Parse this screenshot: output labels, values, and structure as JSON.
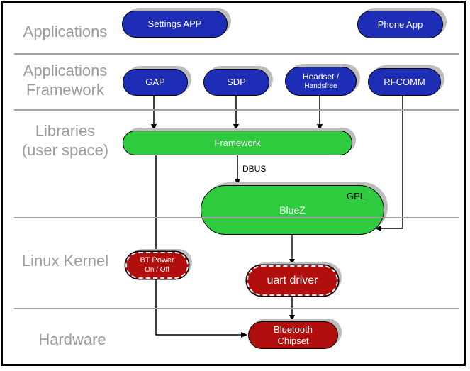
{
  "colors": {
    "node_blue": "#1e2db6",
    "node_green": "#2ecb3e",
    "node_red": "#b10e0e",
    "shadow_gray": "#bdbdbd",
    "divider_gray": "#a3a3a3",
    "layer_label_gray": "#9c9c9c",
    "node_text": "#ffffff",
    "connector_black": "#000000"
  },
  "layers": {
    "applications": {
      "label": "Applications"
    },
    "applications_framework": {
      "line1": "Applications",
      "line2": "Framework"
    },
    "libraries": {
      "line1": "Libraries",
      "line2": "(user space)"
    },
    "linux_kernel": {
      "label": "Linux Kernel"
    },
    "hardware": {
      "label": "Hardware"
    }
  },
  "nodes": {
    "settings_app": {
      "label": "Settings APP"
    },
    "phone_app": {
      "label": "Phone App"
    },
    "gap": {
      "label": "GAP"
    },
    "sdp": {
      "label": "SDP"
    },
    "headset_handsfree": {
      "line1": "Headset /",
      "line2": "Handsfree"
    },
    "rfcomm": {
      "label": "RFCOMM"
    },
    "framework": {
      "label": "Framework"
    },
    "bluez": {
      "label": "BlueZ",
      "license_tag": "GPL"
    },
    "bt_power": {
      "line1": "BT Power",
      "line2": "On / Off"
    },
    "uart_driver": {
      "label": "uart driver"
    },
    "bluetooth_chipset": {
      "line1": "Bluetooth",
      "line2": "Chipset"
    }
  },
  "edge_labels": {
    "dbus": "DBUS"
  }
}
